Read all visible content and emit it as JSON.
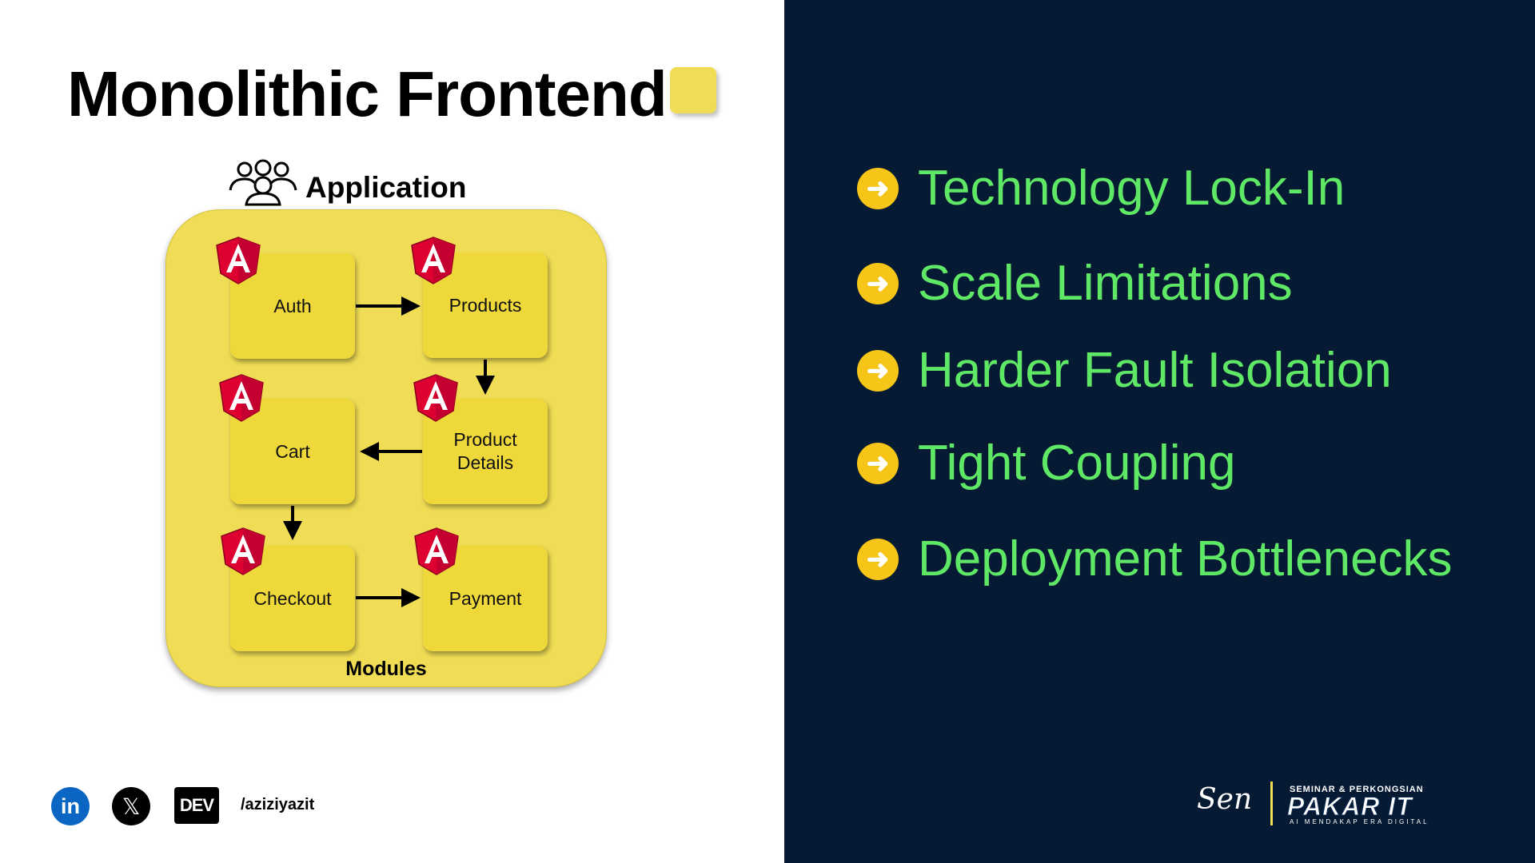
{
  "slide": {
    "title": "Monolithic Frontend",
    "accent_color": "#f0dd55",
    "right_bg_color": "#061a33",
    "bullet_text_color": "#5fe865",
    "bullet_icon_color": "#f5c518"
  },
  "diagram": {
    "application_label": "Application",
    "application_icon": "users-group-icon",
    "container_label": "Modules",
    "module_icon": "angular-logo-icon",
    "modules": [
      {
        "id": "auth",
        "label": "Auth"
      },
      {
        "id": "products",
        "label": "Products"
      },
      {
        "id": "cart",
        "label": "Cart"
      },
      {
        "id": "product-details",
        "label": "Product\nDetails"
      },
      {
        "id": "checkout",
        "label": "Checkout"
      },
      {
        "id": "payment",
        "label": "Payment"
      }
    ],
    "edges": [
      {
        "from": "auth",
        "to": "products"
      },
      {
        "from": "products",
        "to": "product-details"
      },
      {
        "from": "product-details",
        "to": "cart"
      },
      {
        "from": "cart",
        "to": "checkout"
      },
      {
        "from": "checkout",
        "to": "payment"
      }
    ]
  },
  "bullets": [
    {
      "icon": "arrow-right-circle-icon",
      "text": "Technology Lock-In"
    },
    {
      "icon": "arrow-right-circle-icon",
      "text": "Scale Limitations"
    },
    {
      "icon": "arrow-right-circle-icon",
      "text": "Harder Fault Isolation"
    },
    {
      "icon": "arrow-right-circle-icon",
      "text": "Tight Coupling"
    },
    {
      "icon": "arrow-right-circle-icon",
      "text": "Deployment Bottlenecks"
    }
  ],
  "footer": {
    "linkedin_glyph": "in",
    "x_glyph": "𝕏",
    "dev_glyph": "DEV",
    "handle": "/aziziyazit"
  },
  "logo": {
    "script_text": "Sen",
    "top_line": "SEMINAR & PERKONGSIAN",
    "brand": "PAKAR IT",
    "tagline": "AI MENDAKAP ERA DIGITAL"
  }
}
